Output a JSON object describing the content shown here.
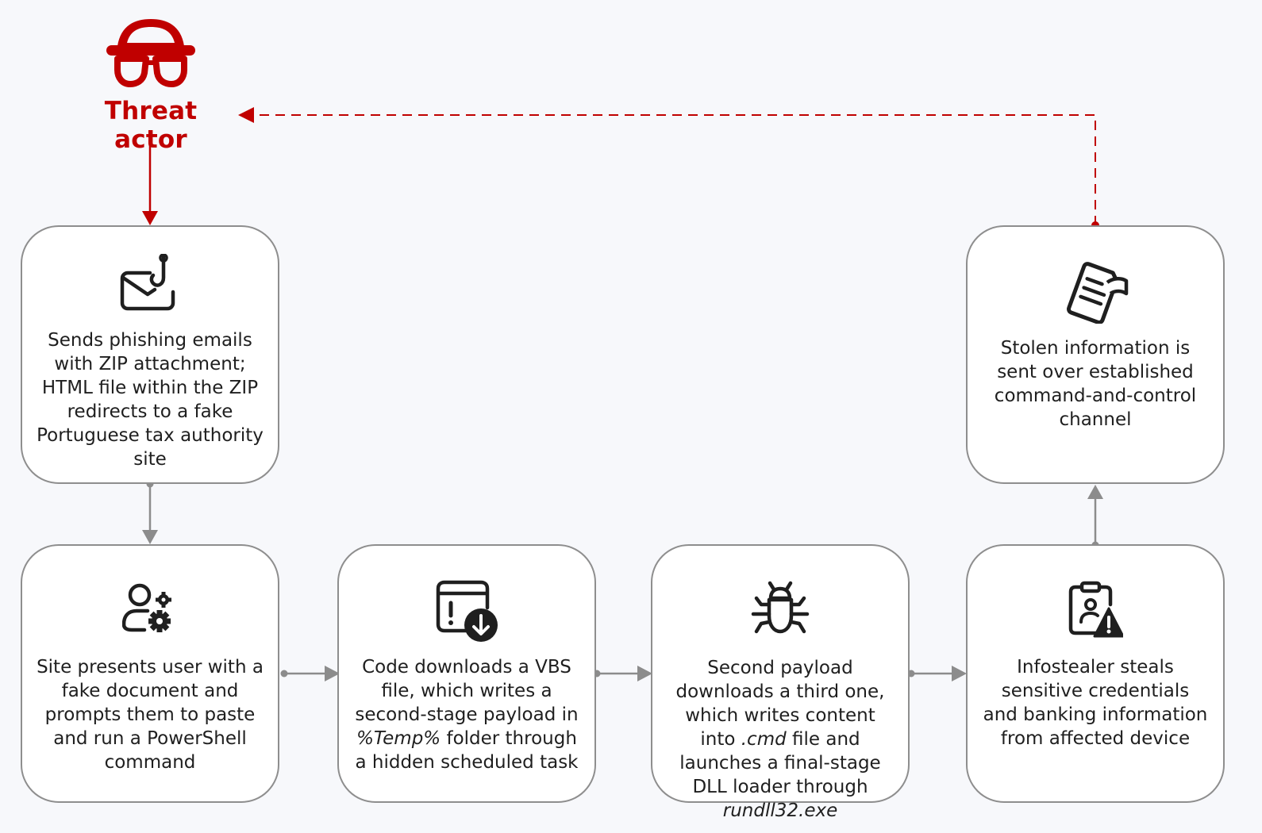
{
  "actor": {
    "title": "Threat actor",
    "icon": "spy-icon",
    "color": "#c00000"
  },
  "steps": {
    "phishing": {
      "icon": "phishing-mail-icon",
      "text": "Sends phishing emails with ZIP attachment; HTML file within the ZIP redirects to a fake Portuguese tax authority site"
    },
    "fake_document": {
      "icon": "user-settings-icon",
      "text": "Site presents user with a fake document and prompts them to paste and run a PowerShell command"
    },
    "vbs": {
      "icon": "window-download-icon",
      "text_a": "Code downloads a VBS file, which writes a second-stage payload in ",
      "text_b": "%Temp%",
      "text_c": " folder through a hidden scheduled task"
    },
    "second_payload": {
      "icon": "bug-icon",
      "text_a": "Second payload downloads a third one, which writes content into ",
      "text_b": ".cmd",
      "text_c": " file and launches a final-stage DLL loader through ",
      "text_d": "rundll32.exe"
    },
    "infostealer": {
      "icon": "clipboard-warning-icon",
      "text": "Infostealer steals sensitive credentials and banking information from affected device"
    },
    "exfiltration": {
      "icon": "documents-icon",
      "text": "Stolen information is sent over established command-and-control channel"
    }
  },
  "colors": {
    "accent": "#c00000",
    "connector": "#8c8c8c",
    "card_border": "#8e8e8e",
    "background": "#f7f8fb"
  }
}
